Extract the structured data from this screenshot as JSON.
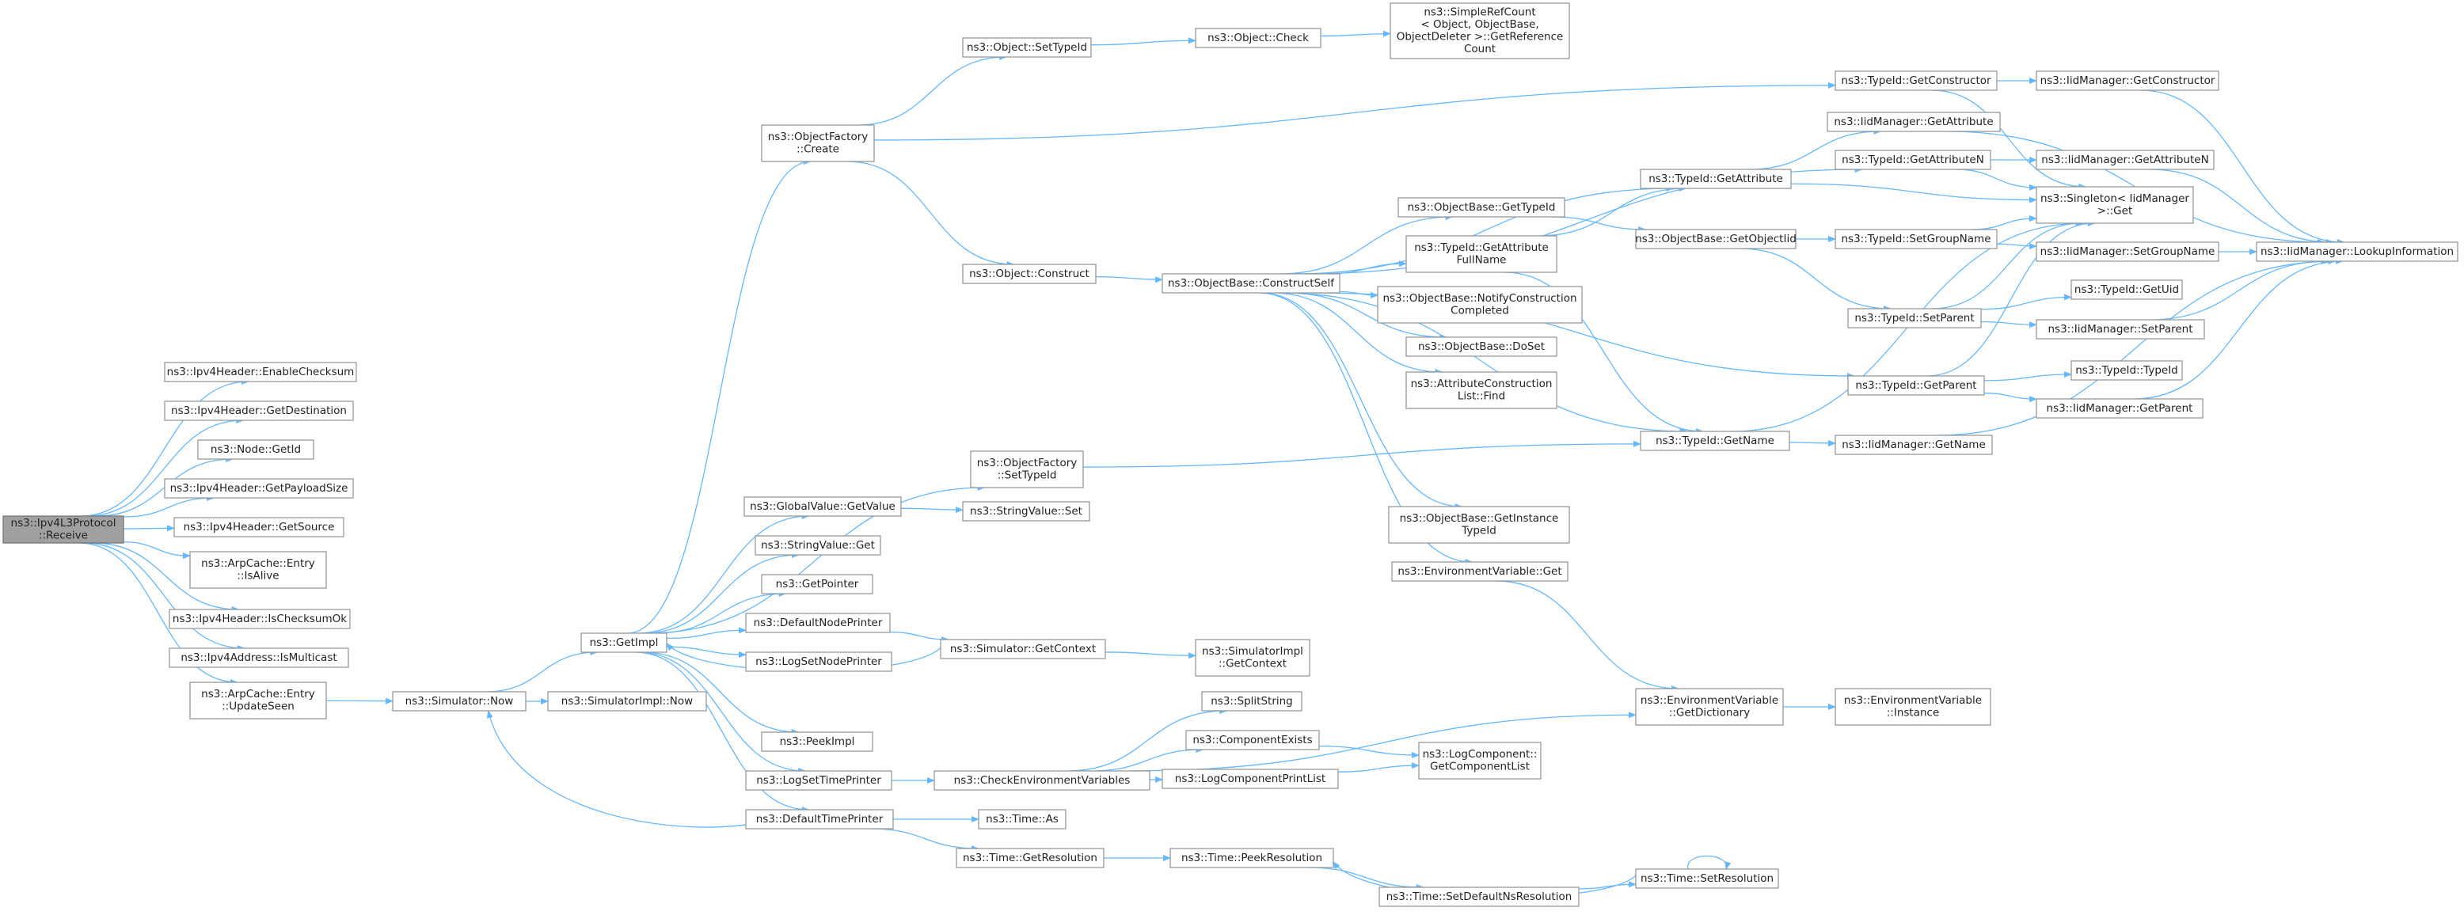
{
  "diagram": {
    "title": "",
    "edge_color": "#63b8ff",
    "root_fill": "#a0a0a0",
    "nodes": [
      {
        "id": "receive",
        "lines": [
          "ns3::Ipv4L3Protocol",
          "::Receive"
        ],
        "root": true
      },
      {
        "id": "enablechecksum",
        "lines": [
          "ns3::Ipv4Header::EnableChecksum"
        ]
      },
      {
        "id": "getdestination",
        "lines": [
          "ns3::Ipv4Header::GetDestination"
        ]
      },
      {
        "id": "nodegetid",
        "lines": [
          "ns3::Node::GetId"
        ]
      },
      {
        "id": "getpayloadsize",
        "lines": [
          "ns3::Ipv4Header::GetPayloadSize"
        ]
      },
      {
        "id": "getsource",
        "lines": [
          "ns3::Ipv4Header::GetSource"
        ]
      },
      {
        "id": "isalive",
        "lines": [
          "ns3::ArpCache::Entry",
          "::IsAlive"
        ]
      },
      {
        "id": "ischecksumok",
        "lines": [
          "ns3::Ipv4Header::IsChecksumOk"
        ]
      },
      {
        "id": "ismulticast",
        "lines": [
          "ns3::Ipv4Address::IsMulticast"
        ]
      },
      {
        "id": "updateseen",
        "lines": [
          "ns3::ArpCache::Entry",
          "::UpdateSeen"
        ]
      },
      {
        "id": "simnow",
        "lines": [
          "ns3::Simulator::Now"
        ]
      },
      {
        "id": "simimplnow",
        "lines": [
          "ns3::SimulatorImpl::Now"
        ]
      },
      {
        "id": "getimpl",
        "lines": [
          "ns3::GetImpl"
        ]
      },
      {
        "id": "ofcreate",
        "lines": [
          "ns3::ObjectFactory",
          "::Create"
        ]
      },
      {
        "id": "ofsettypeid",
        "lines": [
          "ns3::ObjectFactory",
          "::SetTypeId"
        ]
      },
      {
        "id": "gvgetvalue",
        "lines": [
          "ns3::GlobalValue::GetValue"
        ]
      },
      {
        "id": "svget",
        "lines": [
          "ns3::StringValue::Get"
        ]
      },
      {
        "id": "getpointer",
        "lines": [
          "ns3::GetPointer"
        ]
      },
      {
        "id": "defnodeprinter",
        "lines": [
          "ns3::DefaultNodePrinter"
        ]
      },
      {
        "id": "logsetnodeprinter",
        "lines": [
          "ns3::LogSetNodePrinter"
        ]
      },
      {
        "id": "peekimpl",
        "lines": [
          "ns3::PeekImpl"
        ]
      },
      {
        "id": "logsettimeprinter",
        "lines": [
          "ns3::LogSetTimePrinter"
        ]
      },
      {
        "id": "deftimeprinter",
        "lines": [
          "ns3::DefaultTimePrinter"
        ]
      },
      {
        "id": "objsettypeid",
        "lines": [
          "ns3::Object::SetTypeId"
        ]
      },
      {
        "id": "objconstruct",
        "lines": [
          "ns3::Object::Construct"
        ]
      },
      {
        "id": "svset",
        "lines": [
          "ns3::StringValue::Set"
        ]
      },
      {
        "id": "simgetcontext",
        "lines": [
          "ns3::Simulator::GetContext"
        ]
      },
      {
        "id": "checkenv",
        "lines": [
          "ns3::CheckEnvironmentVariables"
        ]
      },
      {
        "id": "timeas",
        "lines": [
          "ns3::Time::As"
        ]
      },
      {
        "id": "timegetres",
        "lines": [
          "ns3::Time::GetResolution"
        ]
      },
      {
        "id": "objcheck",
        "lines": [
          "ns3::Object::Check"
        ]
      },
      {
        "id": "obconstructself",
        "lines": [
          "ns3::ObjectBase::ConstructSelf"
        ]
      },
      {
        "id": "simimplgetcontext",
        "lines": [
          "ns3::SimulatorImpl",
          "::GetContext"
        ]
      },
      {
        "id": "splitstring",
        "lines": [
          "ns3::SplitString"
        ]
      },
      {
        "id": "componentexists",
        "lines": [
          "ns3::ComponentExists"
        ]
      },
      {
        "id": "logcompprintlist",
        "lines": [
          "ns3::LogComponentPrintList"
        ]
      },
      {
        "id": "timepeekres",
        "lines": [
          "ns3::Time::PeekResolution"
        ]
      },
      {
        "id": "setdefaultnsres",
        "lines": [
          "ns3::Time::SetDefaultNsResolution"
        ]
      },
      {
        "id": "simplerefcount",
        "lines": [
          "ns3::SimpleRefCount",
          "< Object, ObjectBase,",
          "ObjectDeleter >::GetReference",
          "Count"
        ]
      },
      {
        "id": "obgettypeid",
        "lines": [
          "ns3::ObjectBase::GetTypeId"
        ]
      },
      {
        "id": "tidgetattrfullname",
        "lines": [
          "ns3::TypeId::GetAttribute",
          "FullName"
        ]
      },
      {
        "id": "obnotifyconstruction",
        "lines": [
          "ns3::ObjectBase::NotifyConstruction",
          "Completed"
        ]
      },
      {
        "id": "obdoset",
        "lines": [
          "ns3::ObjectBase::DoSet"
        ]
      },
      {
        "id": "attrconstructionfind",
        "lines": [
          "ns3::AttributeConstruction",
          "List::Find"
        ]
      },
      {
        "id": "obgetinstancetypeid",
        "lines": [
          "ns3::ObjectBase::GetInstance",
          "TypeId"
        ]
      },
      {
        "id": "envget",
        "lines": [
          "ns3::EnvironmentVariable::Get"
        ]
      },
      {
        "id": "logcompgetlist",
        "lines": [
          "ns3::LogComponent::",
          "GetComponentList"
        ]
      },
      {
        "id": "tidgetattribute",
        "lines": [
          "ns3::TypeId::GetAttribute"
        ]
      },
      {
        "id": "obgetobjectiid",
        "lines": [
          "ns3::ObjectBase::GetObjectIid"
        ]
      },
      {
        "id": "tidgetname",
        "lines": [
          "ns3::TypeId::GetName"
        ]
      },
      {
        "id": "envgetdict",
        "lines": [
          "ns3::EnvironmentVariable",
          "::GetDictionary"
        ]
      },
      {
        "id": "timesetres",
        "lines": [
          "ns3::Time::SetResolution"
        ]
      },
      {
        "id": "tidgetconstructor",
        "lines": [
          "ns3::TypeId::GetConstructor"
        ]
      },
      {
        "id": "tidgetattributen",
        "lines": [
          "ns3::TypeId::GetAttributeN"
        ]
      },
      {
        "id": "tidsetgroupname",
        "lines": [
          "ns3::TypeId::SetGroupName"
        ]
      },
      {
        "id": "tidsetparent",
        "lines": [
          "ns3::TypeId::SetParent"
        ]
      },
      {
        "id": "tidgetparent",
        "lines": [
          "ns3::TypeId::GetParent"
        ]
      },
      {
        "id": "iidgetname",
        "lines": [
          "ns3::IidManager::GetName"
        ]
      },
      {
        "id": "envinstance",
        "lines": [
          "ns3::EnvironmentVariable",
          "::Instance"
        ]
      },
      {
        "id": "iidgetconstructor",
        "lines": [
          "ns3::IidManager::GetConstructor"
        ]
      },
      {
        "id": "iidgetattribute",
        "lines": [
          "ns3::IidManager::GetAttribute"
        ]
      },
      {
        "id": "iidgetattributen",
        "lines": [
          "ns3::IidManager::GetAttributeN"
        ]
      },
      {
        "id": "singletonget",
        "lines": [
          "ns3::Singleton< IidManager",
          ">::Get"
        ]
      },
      {
        "id": "iidsetgroupname",
        "lines": [
          "ns3::IidManager::SetGroupName"
        ]
      },
      {
        "id": "tidgetuid",
        "lines": [
          "ns3::TypeId::GetUid"
        ]
      },
      {
        "id": "iidsetparent",
        "lines": [
          "ns3::IidManager::SetParent"
        ]
      },
      {
        "id": "tidtypeid",
        "lines": [
          "ns3::TypeId::TypeId"
        ]
      },
      {
        "id": "iidgetparent",
        "lines": [
          "ns3::IidManager::GetParent"
        ]
      },
      {
        "id": "iidlookup",
        "lines": [
          "ns3::IidManager::LookupInformation"
        ]
      }
    ],
    "edges": [
      [
        "receive",
        "enablechecksum"
      ],
      [
        "receive",
        "getdestination"
      ],
      [
        "receive",
        "nodegetid"
      ],
      [
        "receive",
        "getpayloadsize"
      ],
      [
        "receive",
        "getsource"
      ],
      [
        "receive",
        "isalive"
      ],
      [
        "receive",
        "ischecksumok"
      ],
      [
        "receive",
        "ismulticast"
      ],
      [
        "receive",
        "updateseen"
      ],
      [
        "updateseen",
        "simnow"
      ],
      [
        "simnow",
        "getimpl"
      ],
      [
        "simnow",
        "simimplnow"
      ],
      [
        "getimpl",
        "ofcreate"
      ],
      [
        "getimpl",
        "ofsettypeid"
      ],
      [
        "getimpl",
        "gvgetvalue"
      ],
      [
        "getimpl",
        "svget"
      ],
      [
        "getimpl",
        "getpointer"
      ],
      [
        "getimpl",
        "defnodeprinter"
      ],
      [
        "getimpl",
        "logsetnodeprinter"
      ],
      [
        "getimpl",
        "peekimpl"
      ],
      [
        "getimpl",
        "logsettimeprinter"
      ],
      [
        "getimpl",
        "deftimeprinter"
      ],
      [
        "ofcreate",
        "objsettypeid"
      ],
      [
        "ofcreate",
        "objconstruct"
      ],
      [
        "ofcreate",
        "tidgetconstructor"
      ],
      [
        "objsettypeid",
        "objcheck"
      ],
      [
        "objcheck",
        "simplerefcount"
      ],
      [
        "objconstruct",
        "obconstructself"
      ],
      [
        "gvgetvalue",
        "svset"
      ],
      [
        "defnodeprinter",
        "simgetcontext"
      ],
      [
        "simgetcontext",
        "simimplgetcontext"
      ],
      [
        "simgetcontext",
        "getimpl"
      ],
      [
        "logsettimeprinter",
        "checkenv"
      ],
      [
        "deftimeprinter",
        "timeas"
      ],
      [
        "deftimeprinter",
        "timegetres"
      ],
      [
        "deftimeprinter",
        "simnow"
      ],
      [
        "checkenv",
        "splitstring"
      ],
      [
        "checkenv",
        "componentexists"
      ],
      [
        "checkenv",
        "logcompprintlist"
      ],
      [
        "checkenv",
        "envgetdict"
      ],
      [
        "componentexists",
        "logcompgetlist"
      ],
      [
        "logcompprintlist",
        "logcompgetlist"
      ],
      [
        "timegetres",
        "timepeekres"
      ],
      [
        "timepeekres",
        "setdefaultnsres"
      ],
      [
        "setdefaultnsres",
        "timesetres"
      ],
      [
        "timesetres",
        "timepeekres"
      ],
      [
        "timesetres",
        "timesetres"
      ],
      [
        "obconstructself",
        "obgettypeid"
      ],
      [
        "obconstructself",
        "tidgetattrfullname"
      ],
      [
        "obconstructself",
        "obnotifyconstruction"
      ],
      [
        "obconstructself",
        "obdoset"
      ],
      [
        "obconstructself",
        "attrconstructionfind"
      ],
      [
        "obconstructself",
        "obgetinstancetypeid"
      ],
      [
        "obconstructself",
        "envget"
      ],
      [
        "obconstructself",
        "tidgetattribute"
      ],
      [
        "obconstructself",
        "tidgetattributen"
      ],
      [
        "obconstructself",
        "tidgetname"
      ],
      [
        "obconstructself",
        "tidgetparent"
      ],
      [
        "ofsettypeid",
        "tidgetname"
      ],
      [
        "obgettypeid",
        "obgetobjectiid"
      ],
      [
        "tidgetattrfullname",
        "tidgetattribute"
      ],
      [
        "tidgetattrfullname",
        "tidgetname"
      ],
      [
        "obgetobjectiid",
        "tidsetgroupname"
      ],
      [
        "obgetobjectiid",
        "tidsetparent"
      ],
      [
        "envget",
        "envgetdict"
      ],
      [
        "envgetdict",
        "envinstance"
      ],
      [
        "tidgetattribute",
        "iidgetattribute"
      ],
      [
        "tidgetattribute",
        "singletonget"
      ],
      [
        "tidgetconstructor",
        "iidgetconstructor"
      ],
      [
        "tidgetconstructor",
        "singletonget"
      ],
      [
        "tidgetattributen",
        "iidgetattributen"
      ],
      [
        "tidgetattributen",
        "singletonget"
      ],
      [
        "tidsetgroupname",
        "iidsetgroupname"
      ],
      [
        "tidsetgroupname",
        "singletonget"
      ],
      [
        "tidsetparent",
        "tidgetuid"
      ],
      [
        "tidsetparent",
        "iidsetparent"
      ],
      [
        "tidsetparent",
        "singletonget"
      ],
      [
        "tidgetparent",
        "tidtypeid"
      ],
      [
        "tidgetparent",
        "iidgetparent"
      ],
      [
        "tidgetparent",
        "singletonget"
      ],
      [
        "tidgetname",
        "iidgetname"
      ],
      [
        "tidgetname",
        "singletonget"
      ],
      [
        "iidgetconstructor",
        "iidlookup"
      ],
      [
        "iidgetattribute",
        "iidlookup"
      ],
      [
        "iidgetattributen",
        "iidlookup"
      ],
      [
        "iidsetgroupname",
        "iidlookup"
      ],
      [
        "iidsetparent",
        "iidlookup"
      ],
      [
        "iidgetparent",
        "iidlookup"
      ],
      [
        "iidgetname",
        "iidlookup"
      ]
    ]
  }
}
